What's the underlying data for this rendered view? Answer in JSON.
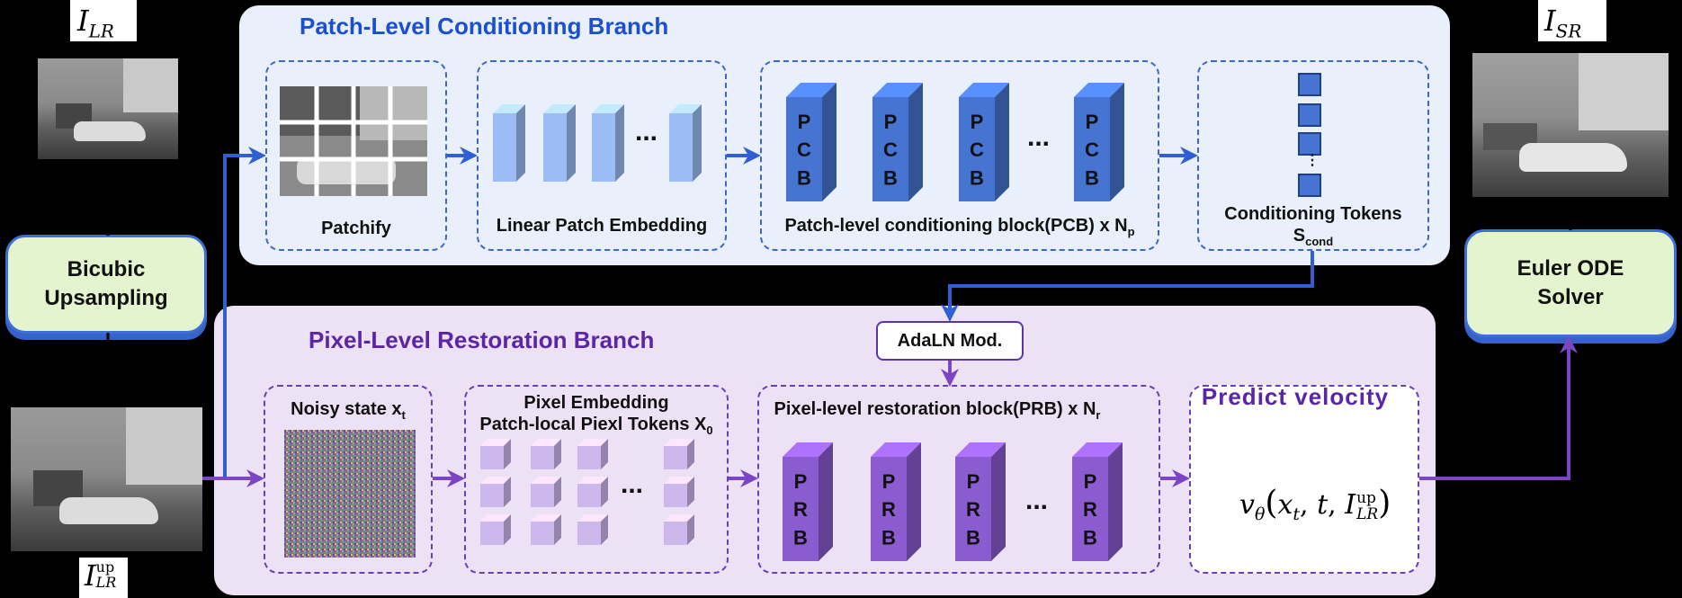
{
  "colors": {
    "blue_panel": "#eaf0fb",
    "purple_panel": "#ede2f5",
    "blue_title": "#1b4fd1",
    "purple_title": "#5b25a8",
    "blue_arrow": "#2f5fd0",
    "purple_arrow": "#7b45c4",
    "pcb_front": "#4674d2",
    "embed_front": "#9bbcf4",
    "prb_front": "#8a5cd0",
    "pixel_token": "#cdb8ee",
    "solver_fill": "#e4f4cf"
  },
  "inputs": {
    "lr_label_main": "I",
    "lr_label_sub": "LR",
    "lr_up_label_main": "I",
    "lr_up_label_sub": "LR",
    "lr_up_label_sup": "up",
    "sr_label_main": "I",
    "sr_label_sub": "SR"
  },
  "bicubic": {
    "line1": "Bicubic",
    "line2": "Upsampling"
  },
  "solver": {
    "line1": "Euler ODE",
    "line2": "Solver"
  },
  "patch_branch": {
    "title": "Patch-Level Conditioning Branch",
    "patchify_label": "Patchify",
    "embedding_label": "Linear Patch Embedding",
    "embedding_ellipsis": "...",
    "pcb_letters": [
      "P",
      "C",
      "B"
    ],
    "pcb_ellipsis": "...",
    "pcb_label": "Patch-level conditioning block(PCB) x N",
    "pcb_label_sub": "p",
    "tokens_ellipsis": "⋮",
    "tokens_label": "Conditioning Tokens",
    "tokens_symbol": "S",
    "tokens_symbol_sub": "cond"
  },
  "adaln": {
    "label": "AdaLN Mod."
  },
  "pixel_branch": {
    "title": "Pixel-Level Restoration Branch",
    "noisy_label": "Noisy state x",
    "noisy_label_sub": "t",
    "pixel_embed_line1": "Pixel Embedding",
    "pixel_embed_line2": "Patch-local Piexl Tokens X",
    "pixel_embed_line2_sub": "0",
    "pixel_ellipsis": "...",
    "prb_letters": [
      "P",
      "R",
      "B"
    ],
    "prb_ellipsis": "...",
    "prb_label": "Pixel-level restoration block(PRB) x N",
    "prb_label_sub": "r"
  },
  "velocity": {
    "label": "Predict velocity",
    "formula": "vθ(xt, t, I_LR^up)",
    "v": "v",
    "theta": "θ",
    "x": "x",
    "x_sub": "t",
    "t": "t",
    "I": "I",
    "I_sub": "LR",
    "I_sup": "up"
  }
}
